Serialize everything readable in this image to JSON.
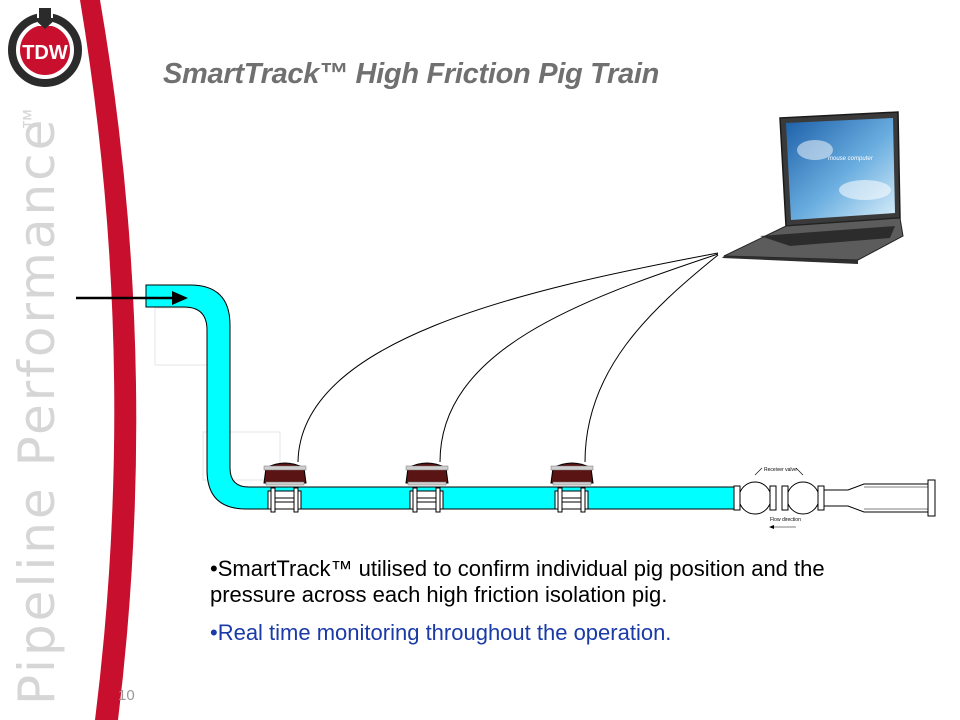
{
  "slide": {
    "title": "SmartTrack™ High Friction Pig Train",
    "brand_vertical": "Pipeline Performance",
    "brand_tm": "™",
    "logo_text": "TDW",
    "page_number": "10"
  },
  "bullets": [
    {
      "text": "•SmartTrack™ utilised to confirm individual pig position and the pressure across each high friction isolation pig.",
      "color": "#000000"
    },
    {
      "text": "•Real time monitoring throughout the operation.",
      "color": "#1a3aa8"
    }
  ],
  "diagram": {
    "laptop_screen_text": "mouse computer",
    "valve_label_top": "Receiver valve",
    "valve_label_bottom": "Flow direction",
    "pipe_color": "#00ffff",
    "accent_red": "#c8102e"
  }
}
